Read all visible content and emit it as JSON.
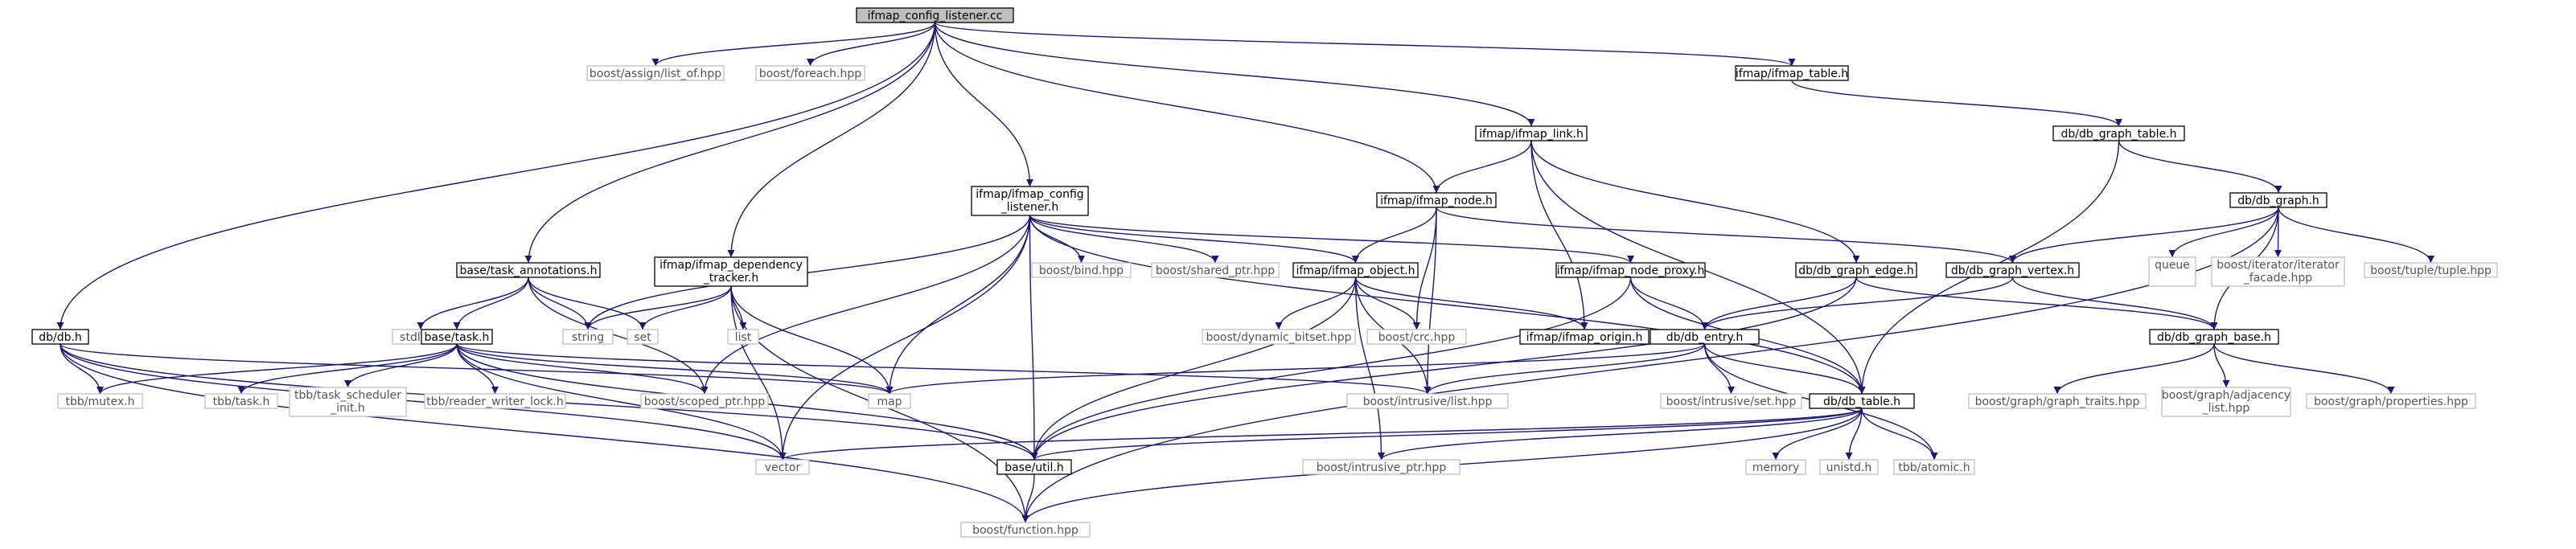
{
  "colors": {
    "edge": "#191970",
    "root_fill": "#bfbfbf",
    "border_dark": "#000000",
    "border_gray": "#bfbfbf"
  },
  "nodes": {
    "root": "ifmap_config_listener.cc",
    "boost_assign_list_of": "boost/assign/list_of.hpp",
    "boost_foreach": "boost/foreach.hpp",
    "ifmap_table": "ifmap/ifmap_table.h",
    "db_graph_table": "db/db_graph_table.h",
    "ifmap_link": "ifmap/ifmap_link.h",
    "ifmap_config_listener_l1": "ifmap/ifmap_config",
    "ifmap_config_listener_l2": "_listener.h",
    "ifmap_node": "ifmap/ifmap_node.h",
    "db_graph": "db/db_graph.h",
    "task_annotations": "base/task_annotations.h",
    "ifmap_dependency_tracker_l1": "ifmap/ifmap_dependency",
    "ifmap_dependency_tracker_l2": "_tracker.h",
    "boost_bind": "boost/bind.hpp",
    "boost_shared_ptr": "boost/shared_ptr.hpp",
    "ifmap_object": "ifmap/ifmap_object.h",
    "ifmap_node_proxy": "ifmap/ifmap_node_proxy.h",
    "db_graph_edge": "db/db_graph_edge.h",
    "db_graph_vertex": "db/db_graph_vertex.h",
    "queue": "queue",
    "iterator_facade_l1": "boost/iterator/iterator",
    "iterator_facade_l2": "_facade.hpp",
    "boost_tuple": "boost/tuple/tuple.hpp",
    "db_h": "db/db.h",
    "stdlib": "stdlib.h",
    "task_h": "base/task.h",
    "string": "string",
    "set": "set",
    "list": "list",
    "dynamic_bitset": "boost/dynamic_bitset.hpp",
    "boost_crc": "boost/crc.hpp",
    "ifmap_origin": "ifmap/ifmap_origin.h",
    "db_entry": "db/db_entry.h",
    "db_graph_base": "db/db_graph_base.h",
    "tbb_mutex": "tbb/mutex.h",
    "tbb_task": "tbb/task.h",
    "tbb_task_scheduler_init_l1": "tbb/task_scheduler",
    "tbb_task_scheduler_init_l2": "_init.h",
    "tbb_reader_writer_lock": "tbb/reader_writer_lock.h",
    "boost_scoped_ptr": "boost/scoped_ptr.hpp",
    "map": "map",
    "boost_intrusive_list": "boost/intrusive/list.hpp",
    "boost_intrusive_set": "boost/intrusive/set.hpp",
    "db_table": "db/db_table.h",
    "graph_traits": "boost/graph/graph_traits.hpp",
    "adjacency_list_l1": "boost/graph/adjacency",
    "adjacency_list_l2": "_list.hpp",
    "graph_properties": "boost/graph/properties.hpp",
    "vector": "vector",
    "base_util": "base/util.h",
    "boost_intrusive_ptr": "boost/intrusive_ptr.hpp",
    "memory": "memory",
    "unistd": "unistd.h",
    "tbb_atomic": "tbb/atomic.h",
    "boost_function": "boost/function.hpp"
  }
}
